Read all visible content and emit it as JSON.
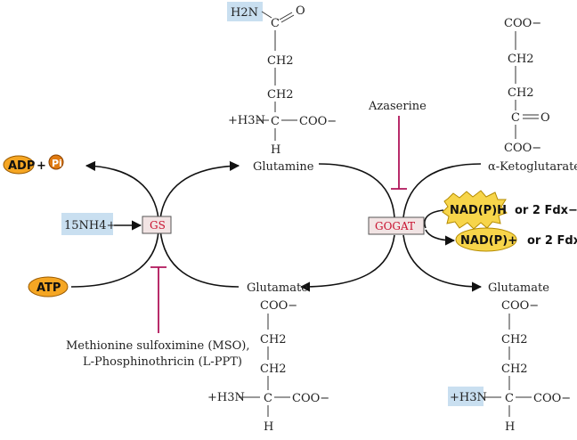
{
  "glutamine": {
    "h2n": "H2N",
    "o": "O",
    "c_top": "C",
    "ch2_a": "CH2",
    "ch2_b": "CH2",
    "h3n": "+H3N",
    "c_alpha": "C",
    "coo": "COO−",
    "h": "H",
    "name": "Glutamine"
  },
  "ketoglutarate": {
    "coo_top": "COO−",
    "ch2_a": "CH2",
    "ch2_b": "CH2",
    "c": "C",
    "o": "O",
    "coo_bottom": "COO−",
    "name": "α-Ketoglutarate"
  },
  "glutamate_left": {
    "name": "Glutamate",
    "coo_top": "COO−",
    "ch2_a": "CH2",
    "ch2_b": "CH2",
    "h3n": "+H3N",
    "c": "C",
    "coo": "COO−",
    "h": "H"
  },
  "glutamate_right": {
    "name": "Glutamate",
    "coo_top": "COO−",
    "ch2_a": "CH2",
    "ch2_b": "CH2",
    "h3n": "+H3N",
    "c": "C",
    "coo": "COO−",
    "h": "H"
  },
  "gs": {
    "label": "GS",
    "ammonium": "15NH4+",
    "atp": "ATP",
    "adp": "ADP",
    "plus": "+",
    "pi": "Pi"
  },
  "inhibitors_gs": {
    "line1": "Methionine sulfoximine (MSO),",
    "line2": "L-Phosphinothricin (L-PPT)"
  },
  "gogat": {
    "label": "GOGAT",
    "inhibitor": "Azaserine",
    "nadph": "NAD(P)H",
    "or_2fdx_red": "or  2 Fdx−",
    "nadp": "NAD(P)+",
    "or_2fdx": "or  2 Fdx"
  },
  "colors": {
    "enzyme_text": "#c8102e",
    "inhibitor_line": "#b0155a",
    "enzyme_box": "#f2e4e4",
    "highlight_box": "#c9dff0",
    "atp_fill": "#f5a623",
    "nad_fill": "#f7d54a"
  }
}
